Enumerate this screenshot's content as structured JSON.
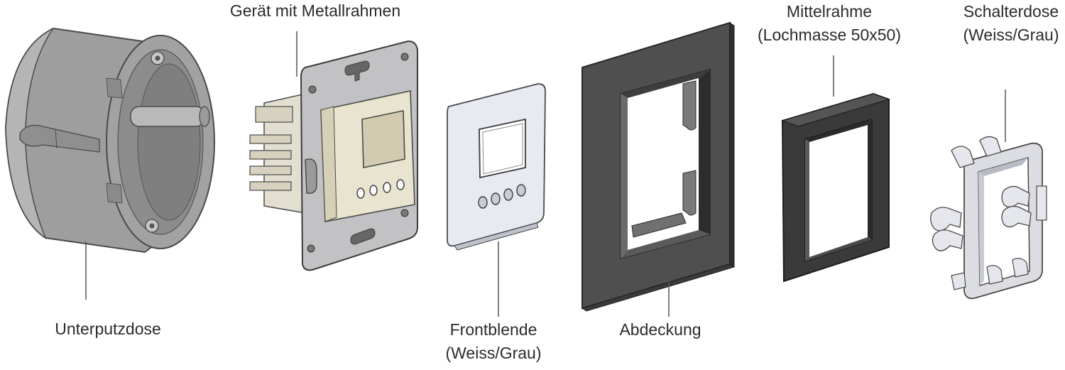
{
  "labels": {
    "unterputzdose": "Unterputzdose",
    "geraet": "Gerät mit Metallrahmen",
    "frontblende_line1": "Frontblende",
    "frontblende_line2": "(Weiss/Grau)",
    "abdeckung": "Abdeckung",
    "mittelrahme_line1": "Mittelrahme",
    "mittelrahme_line2": "(Lochmasse 50x50)",
    "schalterdose_line1": "Schalterdose",
    "schalterdose_line2": "(Weiss/Grau)"
  },
  "colors": {
    "text": "#2b2b2b",
    "leader_line": "#555555",
    "box_gray": "#a9a9a9",
    "metal_frame": "#c2c2c4",
    "device_cream": "#e9e4cf",
    "front_plate": "#e4e6ee",
    "cover_dark": "#505050",
    "middle_frame_dark": "#3c3c3c",
    "switch_frame": "#dcdde3"
  }
}
